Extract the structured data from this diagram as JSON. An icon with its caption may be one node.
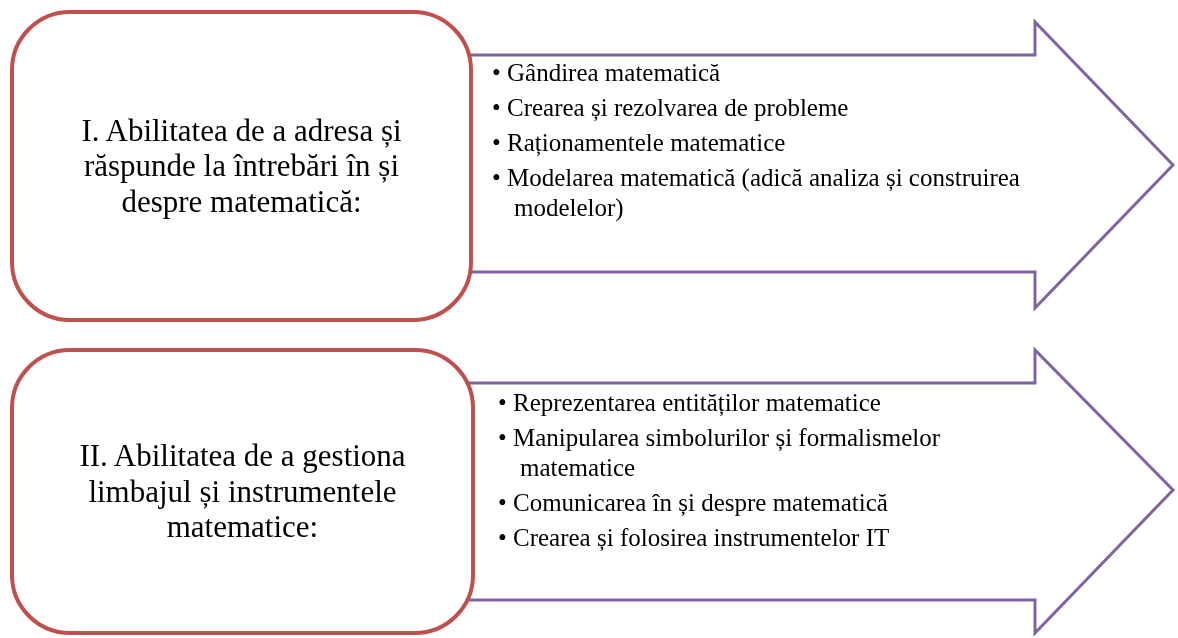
{
  "diagram": {
    "nodes": [
      {
        "text": [
          "I. Abilitatea de a adresa și răspunde la întrebări în și despre matematică:"
        ]
      },
      {
        "text": [
          "• Gândirea matematică",
          "• Crearea și rezolvarea de probleme",
          "• Raționamentele matematice",
          "• Modelarea matematică (adică analiza și construirea modelelor)"
        ]
      },
      {
        "text": [
          "II. Abilitatea de a gestiona limbajul și instrumentele matematice:"
        ]
      },
      {
        "text": [
          "• Reprezentarea entităților matematice",
          "• Manipularea simbolurilor și formalismelor matematice",
          "• Comunicarea în și despre matematică",
          "• Crearea și folosirea instrumentelor IT"
        ]
      }
    ]
  }
}
